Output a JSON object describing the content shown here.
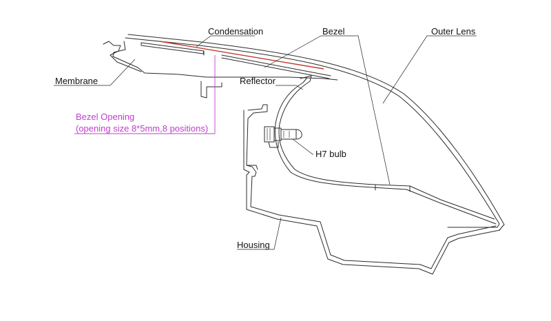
{
  "diagram": {
    "labels": {
      "condensation": "Condensation",
      "bezel": "Bezel",
      "outer_lens": "Outer Lens",
      "membrane": "Membrane",
      "reflector": "Reflector",
      "bezel_opening_title": "Bezel Opening",
      "bezel_opening_note": "(opening size 8*5mm,8 positions)",
      "h7_bulb": "H7 bulb",
      "housing": "Housing"
    },
    "colors": {
      "line": "#2a2a2a",
      "text": "#111111",
      "condensation": "#c0392b",
      "annotation": "#c23ccf"
    }
  }
}
